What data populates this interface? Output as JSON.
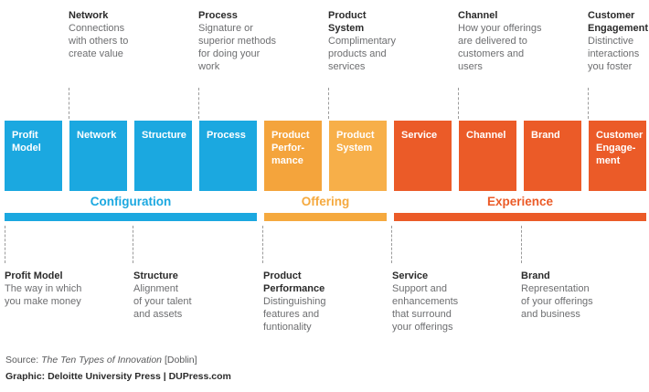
{
  "top_annotations": [
    {
      "title": "Network",
      "description": "Connections\nwith others to\ncreate value"
    },
    {
      "title": "Process",
      "description": "Signature or\nsuperior methods\nfor doing your\nwork"
    },
    {
      "title": "Product\nSystem",
      "description": "Complimentary\nproducts and\nservices"
    },
    {
      "title": "Channel",
      "description": "How your offerings\nare delivered to\ncustomers and\nusers"
    },
    {
      "title": "Customer\nEngagement",
      "description": "Distinctive\ninteractions\nyou foster"
    }
  ],
  "boxes": [
    {
      "label": "Profit\nModel",
      "group": "configuration"
    },
    {
      "label": "Network",
      "group": "configuration"
    },
    {
      "label": "Structure",
      "group": "configuration"
    },
    {
      "label": "Process",
      "group": "configuration"
    },
    {
      "label": "Product\nPerfor-\nmance",
      "group": "offering"
    },
    {
      "label": "Product\nSystem",
      "group": "offering"
    },
    {
      "label": "Service",
      "group": "experience"
    },
    {
      "label": "Channel",
      "group": "experience"
    },
    {
      "label": "Brand",
      "group": "experience"
    },
    {
      "label": "Customer\nEngage-\nment",
      "group": "experience"
    }
  ],
  "categories": [
    {
      "label": "Configuration",
      "color": "#1BA8E0"
    },
    {
      "label": "Offering",
      "color": "#F5A93E"
    },
    {
      "label": "Experience",
      "color": "#EB5B28"
    }
  ],
  "bottom_annotations": [
    {
      "title": "Profit Model",
      "description": "The way in which\nyou make money"
    },
    {
      "title": "Structure",
      "description": "Alignment\nof your talent\nand assets"
    },
    {
      "title": "Product\nPerformance",
      "description": "Distinguishing\nfeatures and\nfuntionality"
    },
    {
      "title": "Service",
      "description": "Support and\nenhancements\nthat surround\nyour offerings"
    },
    {
      "title": "Brand",
      "description": "Representation\nof your offerings\nand business"
    }
  ],
  "footer": {
    "source_prefix": "Source: ",
    "source_title": "The Ten Types of Innovation",
    "source_suffix": " [Doblin]",
    "graphic_line": "Graphic: Deloitte University Press  |  DUPress.com"
  },
  "colors": {
    "blue": "#1BA8E0",
    "orange_performance": "#F4A43C",
    "orange_system": "#F7AF49",
    "red": "#EB5B28",
    "title_text": "#2B2B2B",
    "body_text": "#6D6E70",
    "dash": "#9B9B9B"
  }
}
